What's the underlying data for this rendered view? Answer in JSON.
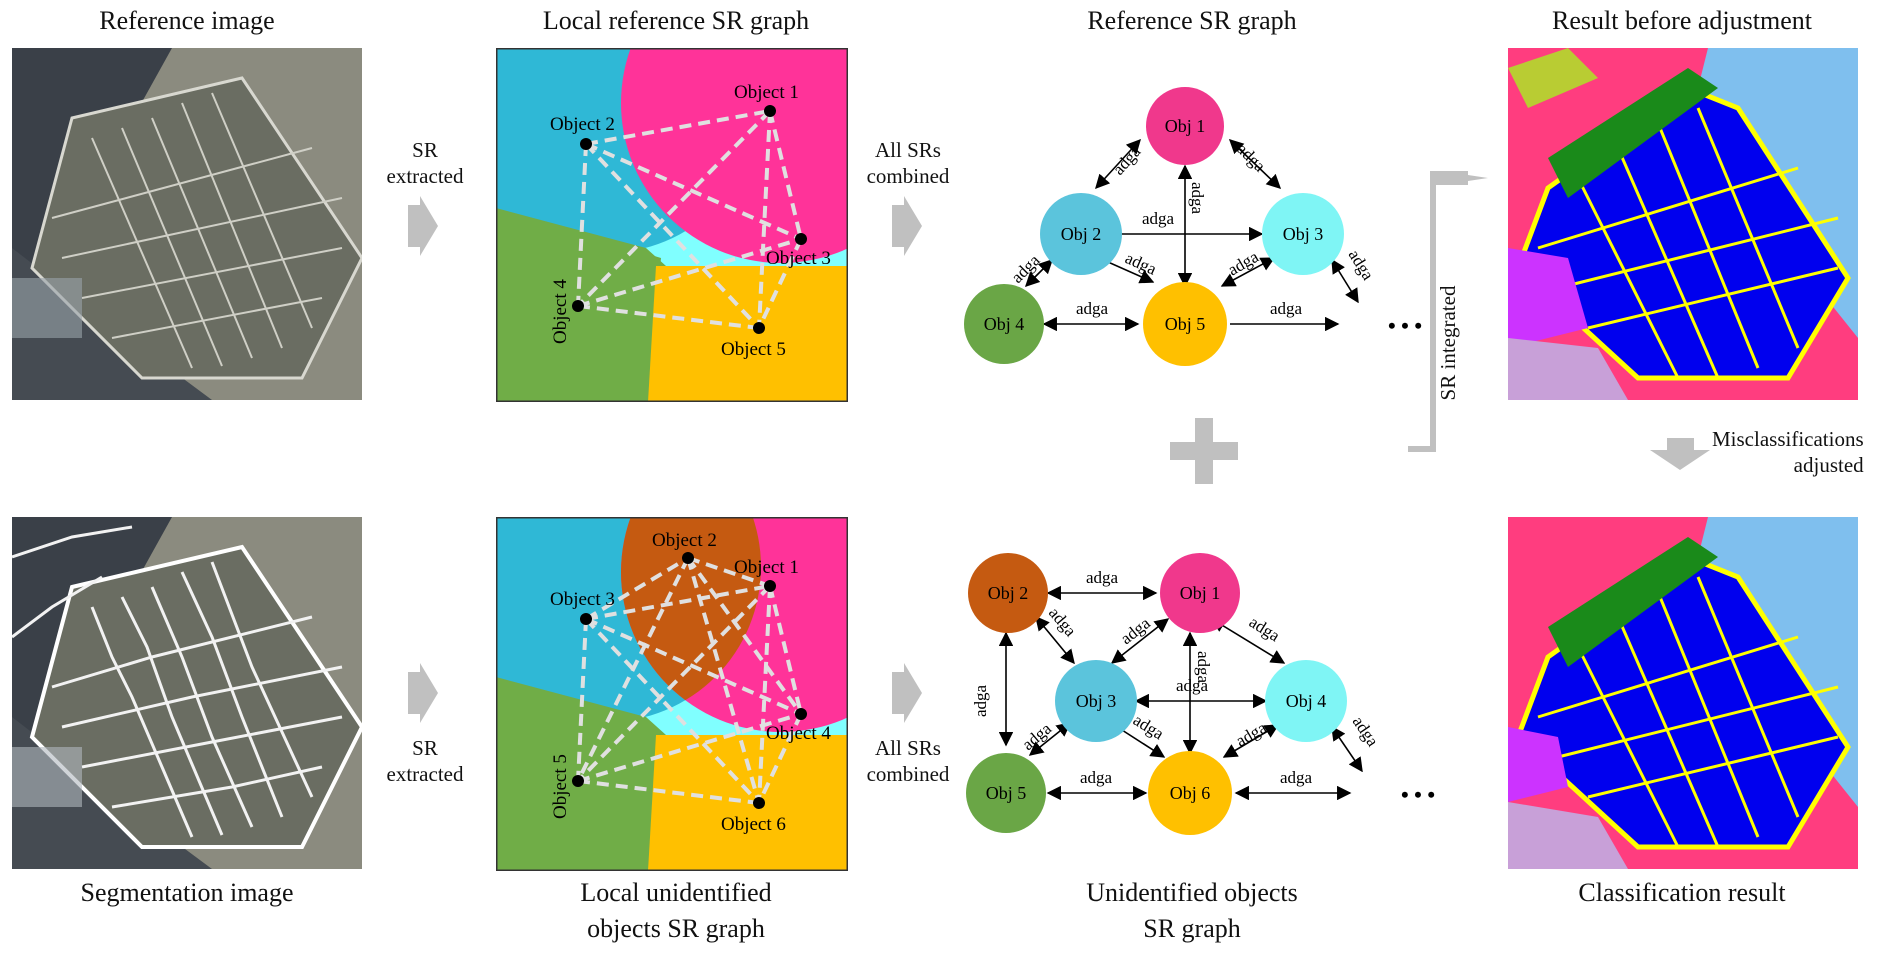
{
  "titles": {
    "reference_image": "Reference image",
    "local_reference_graph": "Local reference SR graph",
    "reference_graph": "Reference SR graph",
    "result_before": "Result before adjustment",
    "segmentation_image": "Segmentation image",
    "local_unidentified_line1": "Local unidentified",
    "local_unidentified_line2": "objects SR graph",
    "unidentified_line1": "Unidentified objects",
    "unidentified_line2": "SR graph",
    "classification_result": "Classification result"
  },
  "arrows": {
    "sr_extracted_line1": "SR",
    "sr_extracted_line2": "extracted",
    "all_srs_line1": "All SRs",
    "all_srs_line2": "combined",
    "sr_integrated": "SR integrated",
    "misclass_line1": "Misclassifications",
    "misclass_line2": "adjusted"
  },
  "edge_label": "adga",
  "ellipsis": "• • •",
  "top_local": {
    "objects": [
      {
        "label": "Object 1"
      },
      {
        "label": "Object 2"
      },
      {
        "label": "Object 3"
      },
      {
        "label": "Object 4"
      },
      {
        "label": "Object 5"
      }
    ]
  },
  "bottom_local": {
    "objects": [
      {
        "label": "Object 1"
      },
      {
        "label": "Object 2"
      },
      {
        "label": "Object 3"
      },
      {
        "label": "Object 4"
      },
      {
        "label": "Object 5"
      },
      {
        "label": "Object 6"
      }
    ]
  },
  "top_graph": {
    "nodes": [
      {
        "label": "Obj 1",
        "color": "#f0388c"
      },
      {
        "label": "Obj 2",
        "color": "#5bc4dc"
      },
      {
        "label": "Obj 3",
        "color": "#7ff5f5"
      },
      {
        "label": "Obj 4",
        "color": "#6aa646"
      },
      {
        "label": "Obj 5",
        "color": "#ffc000"
      }
    ]
  },
  "bottom_graph": {
    "nodes": [
      {
        "label": "Obj 1",
        "color": "#f0388c"
      },
      {
        "label": "Obj 2",
        "color": "#c55a11"
      },
      {
        "label": "Obj 3",
        "color": "#5bc4dc"
      },
      {
        "label": "Obj 4",
        "color": "#7ff5f5"
      },
      {
        "label": "Obj 5",
        "color": "#6aa646"
      },
      {
        "label": "Obj 6",
        "color": "#ffc000"
      }
    ]
  },
  "colors": {
    "pink": "#ff3399",
    "cyan_blue": "#2fb8d6",
    "light_cyan": "#80ffff",
    "green": "#70ad47",
    "orange": "#ffc000",
    "brown": "#c55a11",
    "arrow_gray": "#c0c0c0",
    "map_blue": "#0000ee",
    "map_yellow": "#ffff00",
    "map_sky": "#7fbfee",
    "map_pink": "#ff3d7f",
    "map_green": "#1a8a1a",
    "map_purple": "#cc33ff"
  }
}
